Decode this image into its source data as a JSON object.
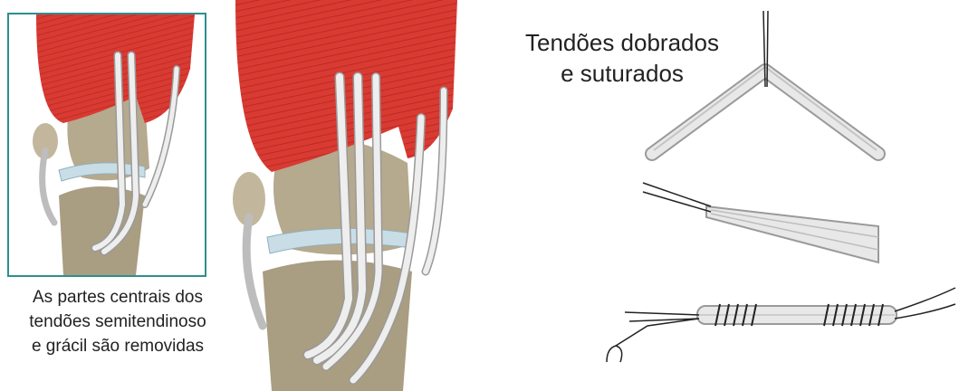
{
  "left_caption": {
    "line1": "As partes centrais dos",
    "line2": "tendões semitendinoso",
    "line3": "e grácil são removidas"
  },
  "right_heading": {
    "line1": "Tendões dobrados",
    "line2": "e suturados"
  },
  "colors": {
    "muscle": "#d93a32",
    "muscle_dark": "#b52a24",
    "bone": "#b5a98e",
    "meniscus": "#c9dde6",
    "tendon": "#eeeeee",
    "tendon_stroke": "#9a9a9a",
    "frame": "#2e8f8f",
    "suture": "#222222"
  }
}
